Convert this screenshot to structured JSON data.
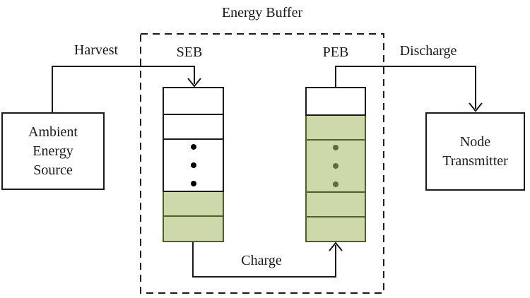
{
  "title": "Energy Buffer",
  "arrows": {
    "harvest": "Harvest",
    "discharge": "Discharge",
    "charge": "Charge"
  },
  "source_box": {
    "lines": [
      "Ambient",
      "Energy",
      "Source"
    ]
  },
  "transmitter_box": {
    "lines": [
      "Node",
      "Transmitter"
    ]
  },
  "buffers": {
    "seb": {
      "label": "SEB",
      "cells": [
        "empty",
        "empty",
        "empty ellipsis",
        "charged",
        "charged"
      ]
    },
    "peb": {
      "label": "PEB",
      "cells": [
        "empty",
        "charged",
        "charged ellipsis",
        "charged",
        "charged"
      ]
    }
  },
  "colors": {
    "line": "#1a1a1a",
    "charged_fill": "#cdd9ab",
    "charged_border": "#4d6126",
    "seb_dot": "#000000",
    "peb_dot": "#5a6b3c"
  }
}
